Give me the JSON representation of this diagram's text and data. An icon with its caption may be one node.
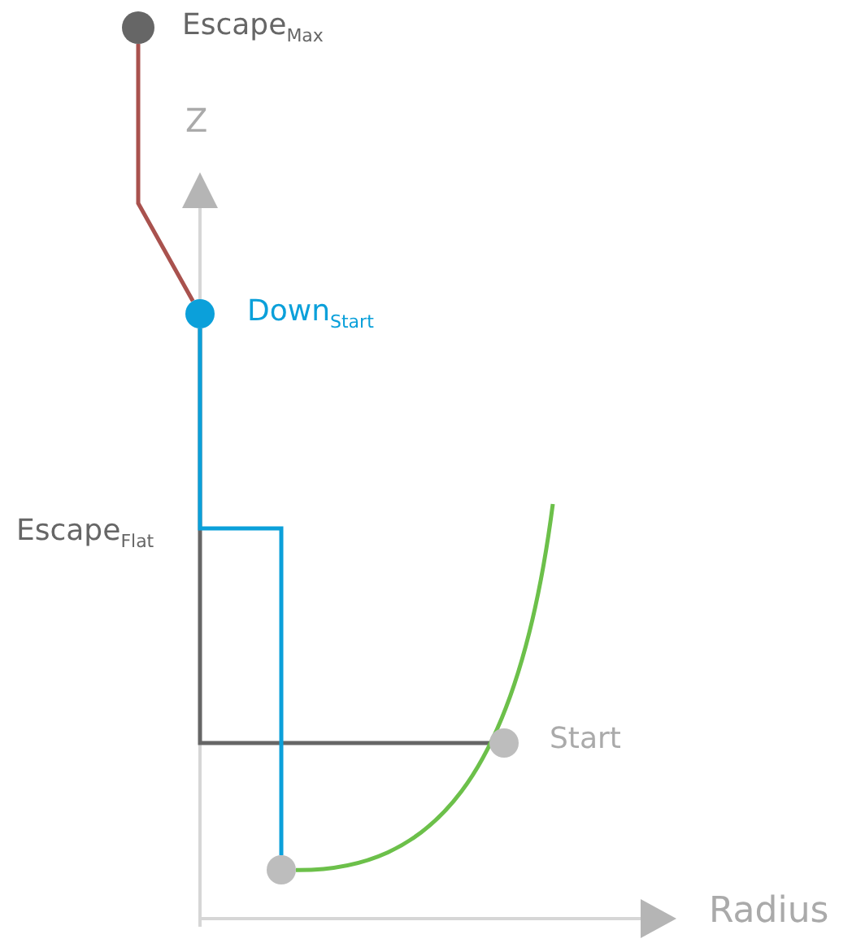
{
  "diagram": {
    "nodes": [
      {
        "text": [
          "Escape$_{Max}$"
        ]
      },
      {
        "text": [
          "Down$_{Start}$"
        ]
      },
      {
        "text": [
          "Start"
        ]
      },
      {
        "text": [],
        "shape": "circle"
      }
    ],
    "edges": [
      {
        "from": 2,
        "to": 1,
        "arrow": "none"
      },
      {
        "from": 1,
        "to": 0,
        "arrow": "none",
        "color": "#a9524e"
      },
      {
        "from": 1,
        "to": 3,
        "arrow": "none",
        "color": "#0ba0da"
      },
      {
        "from": 3,
        "to": null,
        "arrow": "none",
        "color": "#6cc04a"
      }
    ],
    "labels": [
      "Escape$_{Flat}$",
      "Z",
      "Radius"
    ]
  }
}
